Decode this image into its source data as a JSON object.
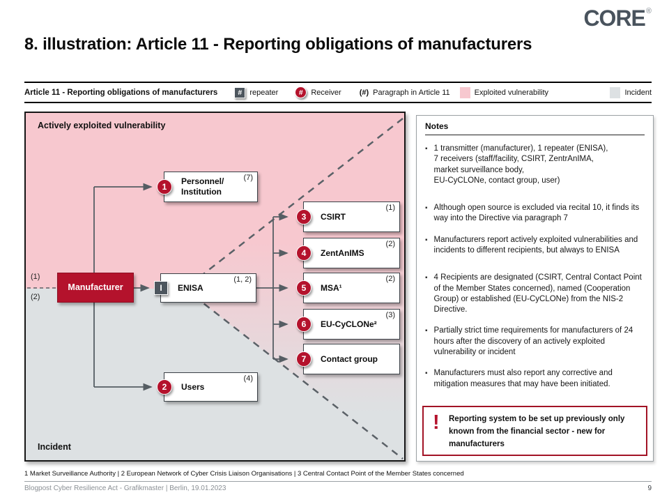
{
  "header": {
    "logo": "CORE",
    "registered": "®",
    "title": "8. illustration: Article 11 - Reporting obligations of manufacturers"
  },
  "legend": {
    "title": "Article 11 - Reporting obligations of manufacturers",
    "repeater_symbol": "#",
    "repeater_label": "repeater",
    "receiver_symbol": "#",
    "receiver_label": "Receiver",
    "paragraph_symbol": "(#)",
    "paragraph_label": "Paragraph in Article 11",
    "vulnerability_label": "Exploited vulnerability",
    "incident_label": "Incident"
  },
  "colors": {
    "accent_red": "#b4122c",
    "vulnerability_pink": "#f7c8cf",
    "incident_gray": "#dde1e3",
    "repeater_gray": "#4d565e"
  },
  "diagram": {
    "region_top_label": "Actively exploited vulnerability",
    "region_bottom_label": "Incident",
    "left_label_1": "(1)",
    "left_label_2": "(2)",
    "manufacturer": {
      "label": "Manufacturer"
    },
    "repeater": {
      "symbol": "I",
      "label": "ENISA",
      "paragraphs": "(1, 2)"
    },
    "nodes": [
      {
        "num": "1",
        "label": "Personnel/\nInstitution",
        "paragraphs": "(7)"
      },
      {
        "num": "2",
        "label": "Users",
        "paragraphs": "(4)"
      },
      {
        "num": "3",
        "label": "CSIRT",
        "paragraphs": "(1)"
      },
      {
        "num": "4",
        "label": "ZentAnIMS",
        "paragraphs": "(2)"
      },
      {
        "num": "5",
        "label": "MSA¹",
        "paragraphs": "(2)"
      },
      {
        "num": "6",
        "label": "EU-CyCLONe²",
        "paragraphs": "(3)"
      },
      {
        "num": "7",
        "label": "Contact group",
        "paragraphs": ""
      }
    ]
  },
  "notes": {
    "title": "Notes",
    "bullets": [
      "1 transmitter (manufacturer),  1 repeater (ENISA),\n7 receivers  (staff/facility, CSIRT, ZentrAnIMA,\nmarket surveillance  body,\nEU-CyCLONe,  contact group, user)",
      "Although open source is excluded via recital 10, it finds its way into the Directive via paragraph 7",
      "Manufacturers report actively exploited vulnerabilities and incidents to different recipients, but always to ENISA",
      "4 Recipients are designated (CSIRT, Central Contact Point of the Member States concerned), named (Cooperation Group) or established (EU-CyCLONe) from the NIS-2 Directive.",
      "Partially strict time requirements for manufacturers of 24 hours after the discovery of an actively exploited vulnerability or incident",
      "Manufacturers must also report any corrective and mitigation measures that may have been initiated."
    ],
    "warning": {
      "symbol": "!",
      "text": "Reporting system to be set up previously only known from the financial sector - new for manufacturers"
    }
  },
  "footnote": "1 Market Surveillance Authority | 2 European Network of Cyber Crisis Liaison Organisations | 3 Central Contact Point  of the Member  States concerned",
  "footer": {
    "left": "Blogpost Cyber Resilience Act - Grafikmaster | Berlin, 19.01.2023",
    "page": "9"
  }
}
